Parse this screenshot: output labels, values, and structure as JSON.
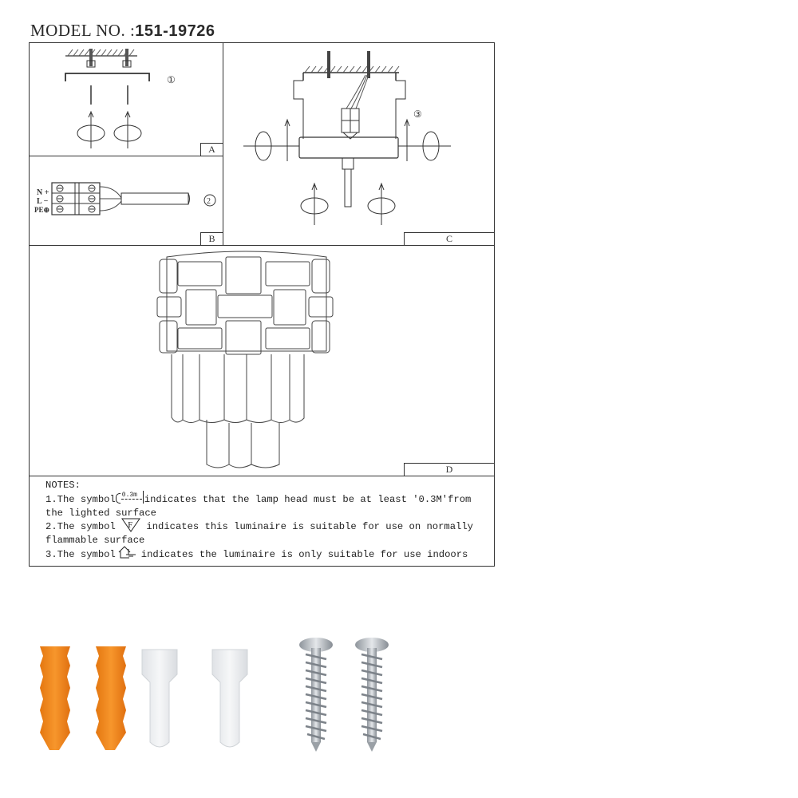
{
  "header": {
    "model_label": "MODEL NO. :",
    "model_number": "151-19726"
  },
  "panels": {
    "a": {
      "tag": "A",
      "step": "①",
      "description": "Ceiling bracket fixing with anchors and screws"
    },
    "b": {
      "tag": "B",
      "step": "②",
      "terminal_labels": [
        "N",
        "L",
        "PE"
      ],
      "terminal_signs": [
        "+",
        "−",
        "⏚"
      ]
    },
    "c": {
      "tag": "C",
      "step": "③",
      "description": "Mount lamp body onto bracket and tighten side screws"
    },
    "d": {
      "tag": "D",
      "description": "Assembled wall lamp with crystal tiles"
    }
  },
  "notes": {
    "heading": "NOTES:",
    "items": [
      {
        "prefix": "1.The symbol",
        "symbol": "0.3m",
        "text": "indicates that the lamp head must be at least '0.3M'from",
        "cont": "the lighted surface"
      },
      {
        "prefix": "2.The symbol",
        "symbol": "F",
        "text": "indicates this luminaire is suitable for use on normally",
        "cont": "flammable surface"
      },
      {
        "prefix": "3.The symbol",
        "symbol": "indoor-house",
        "text": "indicates the luminaire is only suitable for use indoors",
        "cont": ""
      }
    ]
  },
  "hardware": {
    "items": [
      {
        "name": "wall-anchor",
        "color": "#f08a1c",
        "count": 2
      },
      {
        "name": "wire-connector-cap",
        "color": "#eceef0",
        "count": 2
      },
      {
        "name": "screw",
        "color": "#b9bec4",
        "count": 2
      }
    ]
  }
}
